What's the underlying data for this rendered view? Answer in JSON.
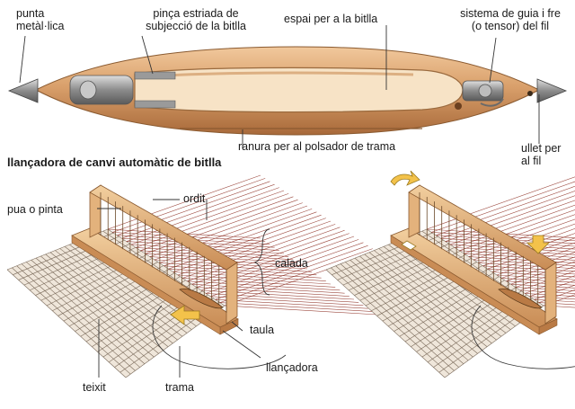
{
  "heading": "llançadora de canvi automàtic de bitlla",
  "labels": {
    "punta": [
      "punta",
      "metàl·lica"
    ],
    "pinca": [
      "pinça estriada de",
      "subjecció de la bitlla"
    ],
    "espai": "espai per a la bitlla",
    "sistema": [
      "sistema de guia i fre",
      "(o tensor) del fil"
    ],
    "ranura": "ranura per al polsador de trama",
    "ullet": [
      "ullet per",
      "al fil"
    ],
    "ordit": "ordit",
    "pua": "pua o pinta",
    "calada": "calada",
    "taula": "taula",
    "llancadora": "llançadora",
    "teixit": "teixit",
    "trama": "trama"
  },
  "colors": {
    "wood": "#d9a06b",
    "wood_dark": "#b97a45",
    "wood_light": "#f1c89c",
    "metal": "#8c8c8c",
    "warp": "#8b2a1e",
    "fabric": "#7a6a5a",
    "arrow": "#f3c24a",
    "frame": "#e3b27c"
  }
}
